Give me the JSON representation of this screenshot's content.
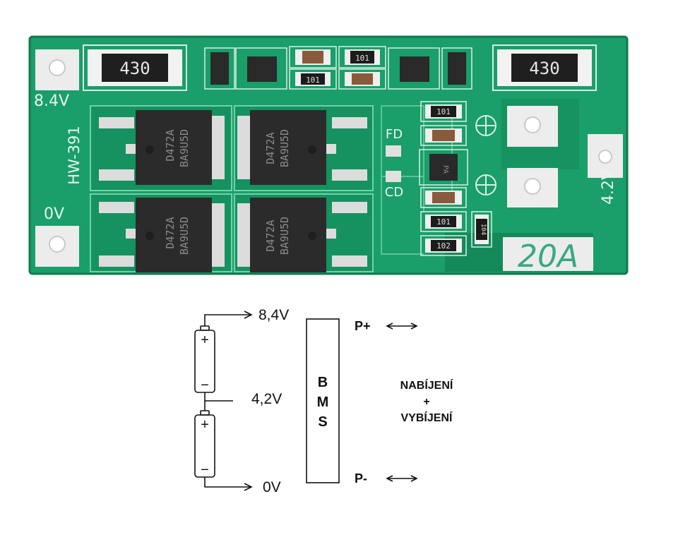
{
  "board": {
    "model": "HW-391",
    "label_8v4": "8.4V",
    "label_0v": "0V",
    "label_4v2": "4.2V",
    "rating": "20A",
    "shunt_left": "430",
    "shunt_right": "430",
    "fd": "FD",
    "cd": "CD",
    "mosfet_line1": "D472A",
    "mosfet_line2": "BA9U5D",
    "smd_101": "101",
    "smd_104": "104",
    "smd_102": "102",
    "ic_mark": "PA",
    "colors": {
      "pcb": "#1a9e6a",
      "pcb_dark": "#12835a",
      "silk": "#e8f5ef",
      "chip": "#2a2a2a"
    }
  },
  "diagram": {
    "v_top": "8,4V",
    "v_mid": "4,2V",
    "v_bot": "0V",
    "plus": "+",
    "minus": "−",
    "bms": [
      "B",
      "M",
      "S"
    ],
    "p_plus": "P+",
    "p_minus": "P-",
    "mode_line1": "NABÍJENÍ",
    "mode_line2": "+",
    "mode_line3": "VYBÍJENÍ"
  }
}
